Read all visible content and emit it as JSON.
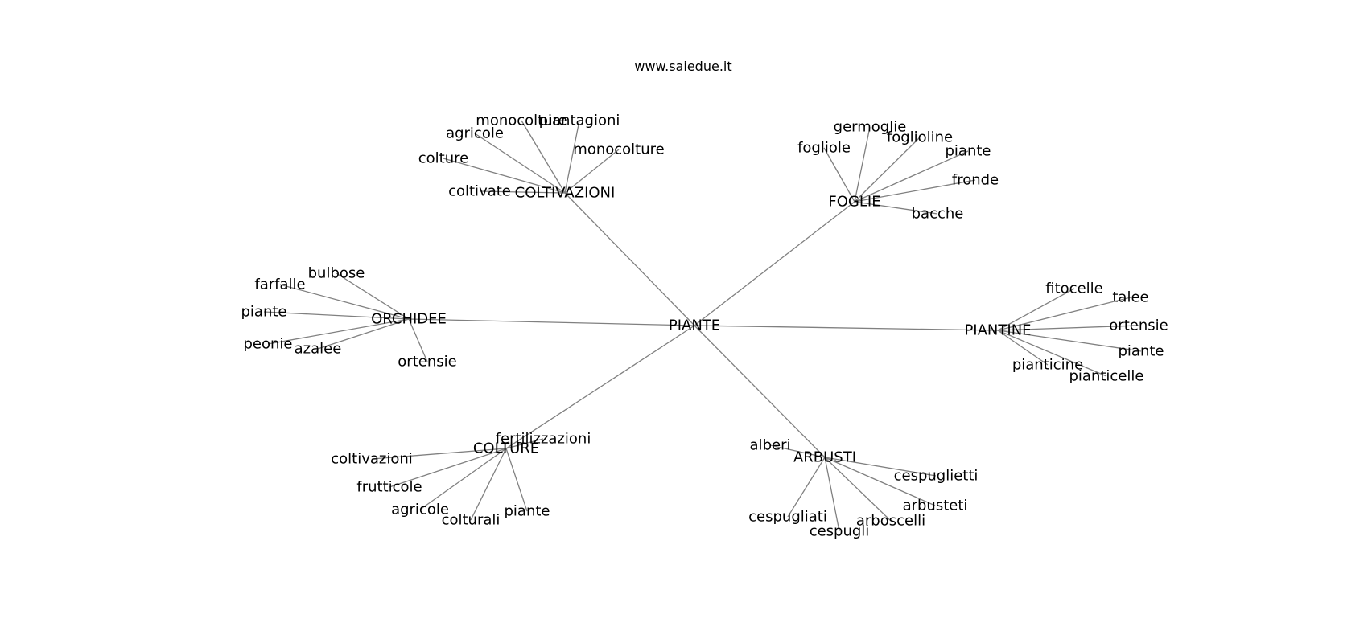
{
  "header": {
    "title": "www.saiedue.it"
  },
  "graph": {
    "root": "PIANTE",
    "nodes": [
      {
        "id": "PIANTE",
        "label": "PIANTE"
      },
      {
        "id": "COLTIVAZIONI",
        "label": "COLTIVAZIONI"
      },
      {
        "id": "COLTIVAZIONI.monocolture1",
        "label": "monocolture"
      },
      {
        "id": "COLTIVAZIONI.piantagioni",
        "label": "piantagioni"
      },
      {
        "id": "COLTIVAZIONI.agricole",
        "label": "agricole"
      },
      {
        "id": "COLTIVAZIONI.monocolture2",
        "label": "monocolture"
      },
      {
        "id": "COLTIVAZIONI.colture",
        "label": "colture"
      },
      {
        "id": "COLTIVAZIONI.coltivate",
        "label": "coltivate"
      },
      {
        "id": "FOGLIE",
        "label": "FOGLIE"
      },
      {
        "id": "FOGLIE.germoglie",
        "label": "germoglie"
      },
      {
        "id": "FOGLIE.fogliole",
        "label": "fogliole"
      },
      {
        "id": "FOGLIE.foglioline",
        "label": "foglioline"
      },
      {
        "id": "FOGLIE.piante",
        "label": "piante"
      },
      {
        "id": "FOGLIE.fronde",
        "label": "fronde"
      },
      {
        "id": "FOGLIE.bacche",
        "label": "bacche"
      },
      {
        "id": "ORCHIDEE",
        "label": "ORCHIDEE"
      },
      {
        "id": "ORCHIDEE.bulbose",
        "label": "bulbose"
      },
      {
        "id": "ORCHIDEE.farfalle",
        "label": "farfalle"
      },
      {
        "id": "ORCHIDEE.piante",
        "label": "piante"
      },
      {
        "id": "ORCHIDEE.peonie",
        "label": "peonie"
      },
      {
        "id": "ORCHIDEE.azalee",
        "label": "azalee"
      },
      {
        "id": "ORCHIDEE.ortensie",
        "label": "ortensie"
      },
      {
        "id": "PIANTINE",
        "label": "PIANTINE"
      },
      {
        "id": "PIANTINE.fitocelle",
        "label": "fitocelle"
      },
      {
        "id": "PIANTINE.talee",
        "label": "talee"
      },
      {
        "id": "PIANTINE.ortensie",
        "label": "ortensie"
      },
      {
        "id": "PIANTINE.piante",
        "label": "piante"
      },
      {
        "id": "PIANTINE.pianticine",
        "label": "pianticine"
      },
      {
        "id": "PIANTINE.pianticelle",
        "label": "pianticelle"
      },
      {
        "id": "COLTURE",
        "label": "COLTURE"
      },
      {
        "id": "COLTURE.fertilizzazioni",
        "label": "fertilizzazioni"
      },
      {
        "id": "COLTURE.coltivazioni",
        "label": "coltivazioni"
      },
      {
        "id": "COLTURE.frutticole",
        "label": "frutticole"
      },
      {
        "id": "COLTURE.agricole",
        "label": "agricole"
      },
      {
        "id": "COLTURE.colturali",
        "label": "colturali"
      },
      {
        "id": "COLTURE.piante",
        "label": "piante"
      },
      {
        "id": "ARBUSTI",
        "label": "ARBUSTI"
      },
      {
        "id": "ARBUSTI.alberi",
        "label": "alberi"
      },
      {
        "id": "ARBUSTI.cespuglietti",
        "label": "cespuglietti"
      },
      {
        "id": "ARBUSTI.arbusteti",
        "label": "arbusteti"
      },
      {
        "id": "ARBUSTI.cespugliati",
        "label": "cespugliati"
      },
      {
        "id": "ARBUSTI.arboscelli",
        "label": "arboscelli"
      },
      {
        "id": "ARBUSTI.cespugli",
        "label": "cespugli"
      }
    ],
    "edges": [
      [
        "PIANTE",
        "COLTIVAZIONI"
      ],
      [
        "PIANTE",
        "FOGLIE"
      ],
      [
        "PIANTE",
        "ORCHIDEE"
      ],
      [
        "PIANTE",
        "PIANTINE"
      ],
      [
        "PIANTE",
        "COLTURE"
      ],
      [
        "PIANTE",
        "ARBUSTI"
      ],
      [
        "COLTIVAZIONI",
        "COLTIVAZIONI.monocolture1"
      ],
      [
        "COLTIVAZIONI",
        "COLTIVAZIONI.piantagioni"
      ],
      [
        "COLTIVAZIONI",
        "COLTIVAZIONI.agricole"
      ],
      [
        "COLTIVAZIONI",
        "COLTIVAZIONI.monocolture2"
      ],
      [
        "COLTIVAZIONI",
        "COLTIVAZIONI.colture"
      ],
      [
        "COLTIVAZIONI",
        "COLTIVAZIONI.coltivate"
      ],
      [
        "FOGLIE",
        "FOGLIE.germoglie"
      ],
      [
        "FOGLIE",
        "FOGLIE.fogliole"
      ],
      [
        "FOGLIE",
        "FOGLIE.foglioline"
      ],
      [
        "FOGLIE",
        "FOGLIE.piante"
      ],
      [
        "FOGLIE",
        "FOGLIE.fronde"
      ],
      [
        "FOGLIE",
        "FOGLIE.bacche"
      ],
      [
        "ORCHIDEE",
        "ORCHIDEE.bulbose"
      ],
      [
        "ORCHIDEE",
        "ORCHIDEE.farfalle"
      ],
      [
        "ORCHIDEE",
        "ORCHIDEE.piante"
      ],
      [
        "ORCHIDEE",
        "ORCHIDEE.peonie"
      ],
      [
        "ORCHIDEE",
        "ORCHIDEE.azalee"
      ],
      [
        "ORCHIDEE",
        "ORCHIDEE.ortensie"
      ],
      [
        "PIANTINE",
        "PIANTINE.fitocelle"
      ],
      [
        "PIANTINE",
        "PIANTINE.talee"
      ],
      [
        "PIANTINE",
        "PIANTINE.ortensie"
      ],
      [
        "PIANTINE",
        "PIANTINE.piante"
      ],
      [
        "PIANTINE",
        "PIANTINE.pianticine"
      ],
      [
        "PIANTINE",
        "PIANTINE.pianticelle"
      ],
      [
        "COLTURE",
        "COLTURE.fertilizzazioni"
      ],
      [
        "COLTURE",
        "COLTURE.coltivazioni"
      ],
      [
        "COLTURE",
        "COLTURE.frutticole"
      ],
      [
        "COLTURE",
        "COLTURE.agricole"
      ],
      [
        "COLTURE",
        "COLTURE.colturali"
      ],
      [
        "COLTURE",
        "COLTURE.piante"
      ],
      [
        "ARBUSTI",
        "ARBUSTI.alberi"
      ],
      [
        "ARBUSTI",
        "ARBUSTI.cespuglietti"
      ],
      [
        "ARBUSTI",
        "ARBUSTI.arbusteti"
      ],
      [
        "ARBUSTI",
        "ARBUSTI.cespugliati"
      ],
      [
        "ARBUSTI",
        "ARBUSTI.arboscelli"
      ],
      [
        "ARBUSTI",
        "ARBUSTI.cespugli"
      ]
    ]
  },
  "style": {
    "edge_color": "#808080",
    "text_color": "#000000",
    "background": "#ffffff"
  }
}
